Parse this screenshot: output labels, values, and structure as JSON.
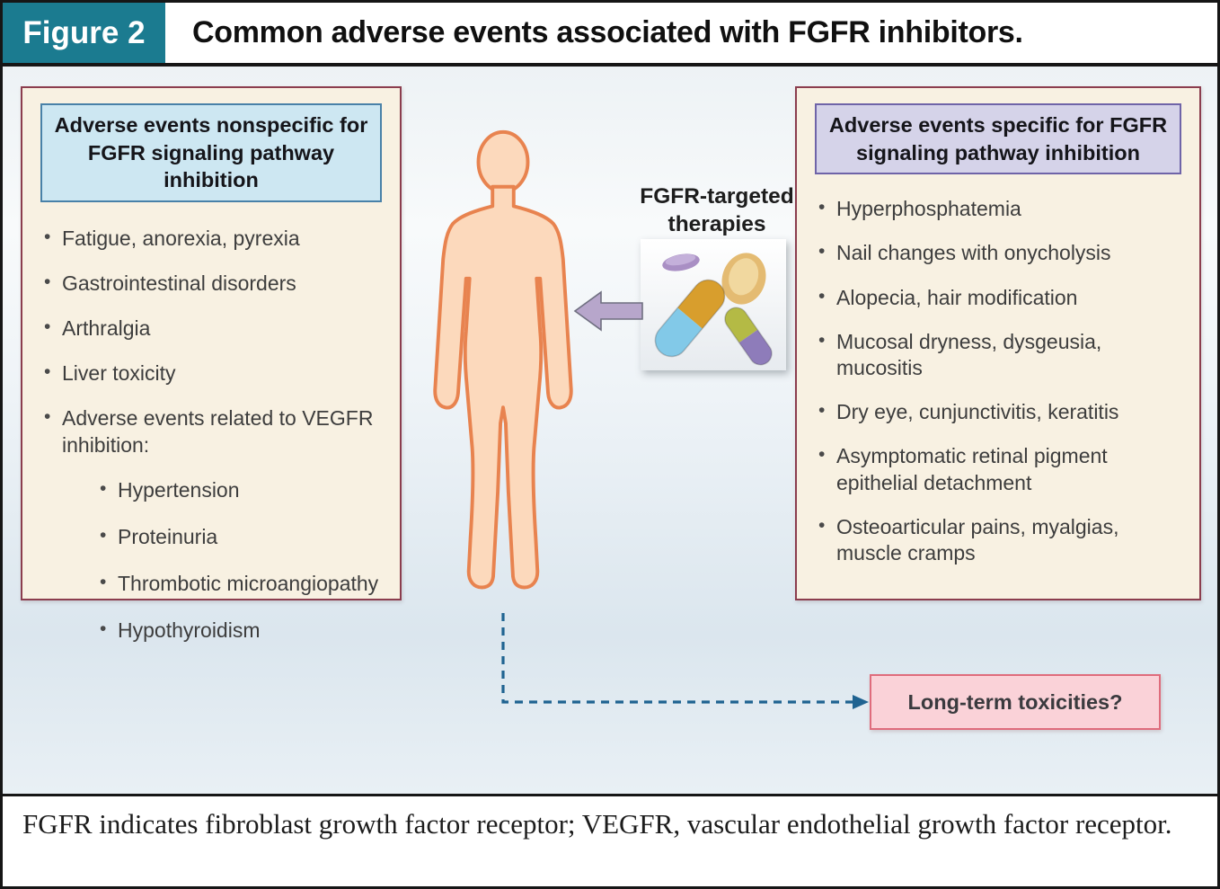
{
  "header": {
    "figure_label": "Figure 2",
    "title": "Common adverse events associated with FGFR inhibitors."
  },
  "left_panel": {
    "header": "Adverse events nonspecific for FGFR signaling pathway inhibition",
    "items": [
      "Fatigue, anorexia, pyrexia",
      "Gastrointestinal disorders",
      "Arthralgia",
      "Liver toxicity",
      "Adverse events related to VEGFR inhibition:"
    ],
    "sub_items": [
      "Hypertension",
      "Proteinuria",
      "Thrombotic microangiopathy",
      "Hypothyroidism"
    ]
  },
  "center": {
    "therapies_label": "FGFR-targeted therapies"
  },
  "right_panel": {
    "header": "Adverse events specific for FGFR signaling pathway inhibition",
    "items": [
      "Hyperphosphatemia",
      "Nail changes with onycholysis",
      "Alopecia, hair modification",
      "Mucosal dryness, dysgeusia, mucositis",
      "Dry eye, cunjunctivitis, keratitis",
      "Asymptomatic retinal pigment epithelial detachment",
      "Osteoarticular pains, myalgias, muscle cramps"
    ]
  },
  "long_term": {
    "label": "Long-term toxicities?"
  },
  "footer": {
    "text": "FGFR indicates fibroblast growth factor receptor; VEGFR, vascular endothelial growth factor receptor."
  },
  "icons": {
    "human_body": "human-body-silhouette",
    "pills": "medication-pills",
    "block_arrow": "left-block-arrow",
    "connector": "dashed-arrow-connector"
  },
  "colors": {
    "figure_label_bg": "#1b7b90",
    "panel_bg": "#f8f1e2",
    "panel_border": "#8b3d4e",
    "blue_header_bg": "#cde7f2",
    "blue_header_border": "#4981a8",
    "purple_header_bg": "#d5d3e9",
    "purple_header_border": "#6f64a8",
    "body_fill": "#fcd9bc",
    "body_stroke": "#e8834f",
    "arrow_fill": "#b7a6cb",
    "dashed_line": "#1f6391",
    "longterm_bg": "#fad2d8",
    "longterm_border": "#df6c7c"
  }
}
